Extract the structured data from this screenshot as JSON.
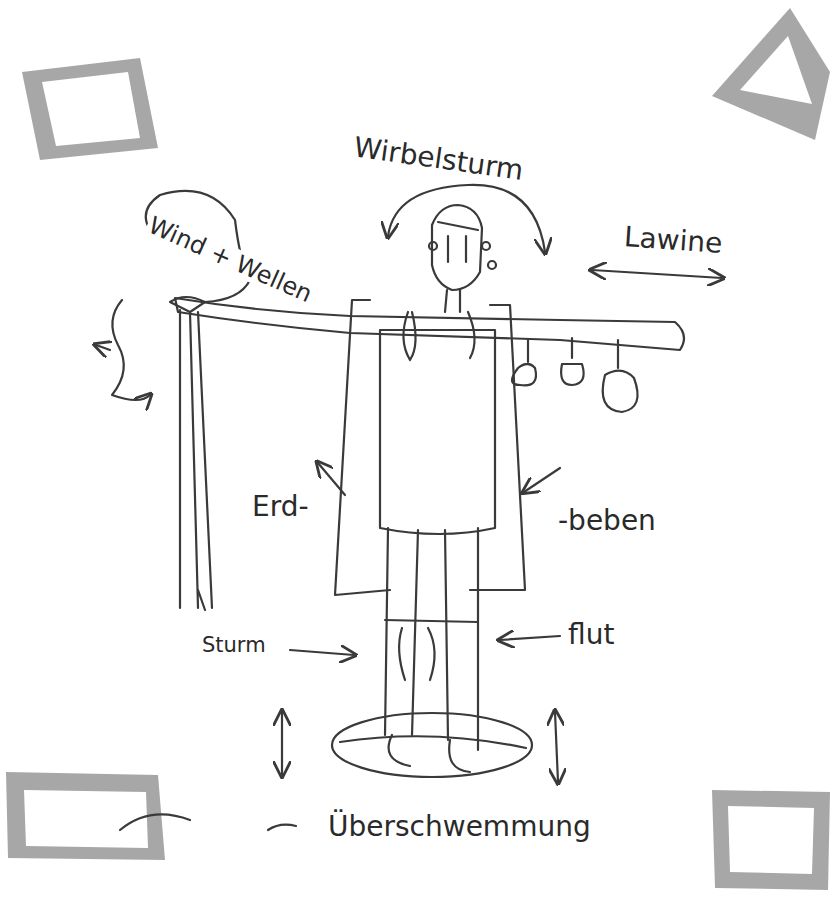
{
  "diagram": {
    "labels": [
      "Wirbelsturm",
      "Wind + Wellen",
      "Lawine",
      "Erd-",
      "-beben",
      "Sturm",
      "flut",
      "Überschwemmung"
    ]
  }
}
